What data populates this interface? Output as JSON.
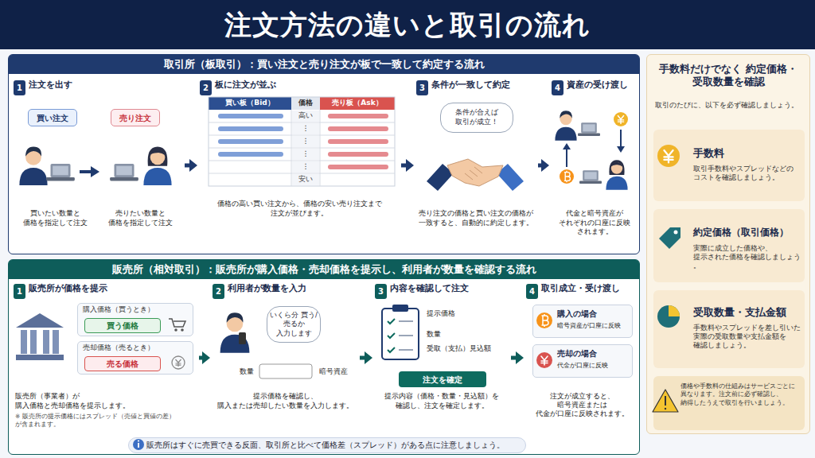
{
  "diagram": {
    "title": "注文方法の違いと取引の流れ",
    "nodes": [
      {
        "text": [
          "取引所（板取引）：買い注文と売り注文が板で一致して約定する流れ"
        ]
      },
      {
        "text": [
          "注文を出す",
          "買いたい数量と 価格を指定して注文",
          "売りたい数量と 価格を指定して注文"
        ],
        "in": 0
      },
      {
        "text": [
          "1"
        ],
        "in": 1
      },
      {
        "text": [
          "買い注文"
        ],
        "in": 1
      },
      {
        "text": [
          "売り注文"
        ],
        "in": 1
      },
      {
        "text": [
          "板に注文が並ぶ",
          "価格の高い買い注文から、価格の安い売り注文まで 注文が並びます。"
        ],
        "in": 0
      },
      {
        "text": [
          "2"
        ],
        "in": 5
      },
      {
        "text": [
          "条件が一致して約定",
          "売り注文の価格と買い注文の価格が 一致すると、自動的に約定します。"
        ],
        "in": 0
      },
      {
        "text": [
          "3"
        ],
        "in": 7
      },
      {
        "text": [
          "条件が合えば 取引が成立！"
        ],
        "in": 7
      },
      {
        "text": [
          "資産の受け渡し",
          "代金と暗号資産が それぞれの口座に反映 されます。"
        ],
        "in": 0
      },
      {
        "text": [
          "4"
        ],
        "in": 10
      },
      {
        "text": [
          "販売所（相対取引）：販売所が購入価格・売却価格を提示し、利用者が数量を確認する流れ"
        ]
      },
      {
        "text": [
          "販売所が価格を提示",
          "販売所（事業者）が 購入価格と売却価格を提示します。",
          "※ 販売所の提示価格にはスプレッド（売値と買値の差）が含まれます。"
        ],
        "in": 12
      },
      {
        "text": [
          "1"
        ],
        "in": 13
      },
      {
        "text": [
          "購入価格（買うとき）"
        ],
        "in": 13
      },
      {
        "text": [
          "買う価格"
        ],
        "in": 15
      },
      {
        "text": [
          "売却価格（売るとき）"
        ],
        "in": 13
      },
      {
        "text": [
          "売る価格"
        ],
        "in": 17
      },
      {
        "text": [
          "利用者が数量を入力",
          "提示価格を確認し、 購入または売却したい数量を入力します。"
        ],
        "in": 12
      },
      {
        "text": [
          "2"
        ],
        "in": 19
      },
      {
        "text": [
          "いくら分 買う/売るか 入力します"
        ],
        "in": 19
      },
      {
        "text": [
          "内容を確認して注文",
          "提示内容（価格・数量・見込額）を 確認し、注文を確定します。"
        ],
        "in": 12
      },
      {
        "text": [
          "3"
        ],
        "in": 22
      },
      {
        "text": [
          "注文を確定"
        ],
        "in": 22
      },
      {
        "text": [
          "取引成立・受け渡し",
          "注文が成立すると、暗号資産または 代金が口座に反映されます。"
        ],
        "in": 12
      },
      {
        "text": [
          "4"
        ],
        "in": 25
      },
      {
        "text": [
          "購入の場合",
          "暗号資産が口座に反映"
        ],
        "in": 25
      },
      {
        "text": [
          "売却の場合",
          "代金が口座に反映"
        ],
        "in": 25
      },
      {
        "text": [
          "販売所はすぐに売買できる反面、取引所と比べて価格差（スプレッド）がある点に注意しましょう。"
        ],
        "in": 12
      },
      {
        "text": [
          "手数料だけでなく 約定価格・受取数量を確認",
          "取引のたびに、以下を必ず確認しましょう。"
        ]
      },
      {
        "text": [
          "手数料",
          "取引手数料やスプレッドなどの コストを確認しましょう。"
        ],
        "in": 30
      },
      {
        "text": [
          "約定価格（取引価格）",
          "実際に成立した価格や、 提示された価格を確認しましょう。"
        ],
        "in": 30
      },
      {
        "text": [
          "受取数量・支払金額",
          "手数料やスプレッドを差し引いた 実際の受取数量や支払金額を 確認しましょう。"
        ],
        "in": 30
      },
      {
        "text": [
          "価格や手数料の仕組みはサービスごとに 異なります。注文前に必ず確認し、 納得したうえで取引を行いましょう。"
        ],
        "in": 30
      }
    ],
    "edges": [
      {
        "from": 1,
        "to": 5,
        "arrow": "to"
      },
      {
        "from": 5,
        "to": 7,
        "arrow": "to"
      },
      {
        "from": 7,
        "to": 10,
        "arrow": "to"
      },
      {
        "from": 13,
        "to": 19,
        "arrow": "to"
      },
      {
        "from": 19,
        "to": 22,
        "arrow": "to"
      },
      {
        "from": 22,
        "to": 25,
        "arrow": "to"
      }
    ],
    "labels": [
      "買い板（Bid）",
      "価格",
      "売り板（Ask）",
      "高い",
      "⋮",
      "⋮",
      "⋮",
      "⋮",
      "安い",
      "数量",
      "暗号資産",
      "提示価格",
      "数量",
      "受取（支払）見込額"
    ]
  }
}
